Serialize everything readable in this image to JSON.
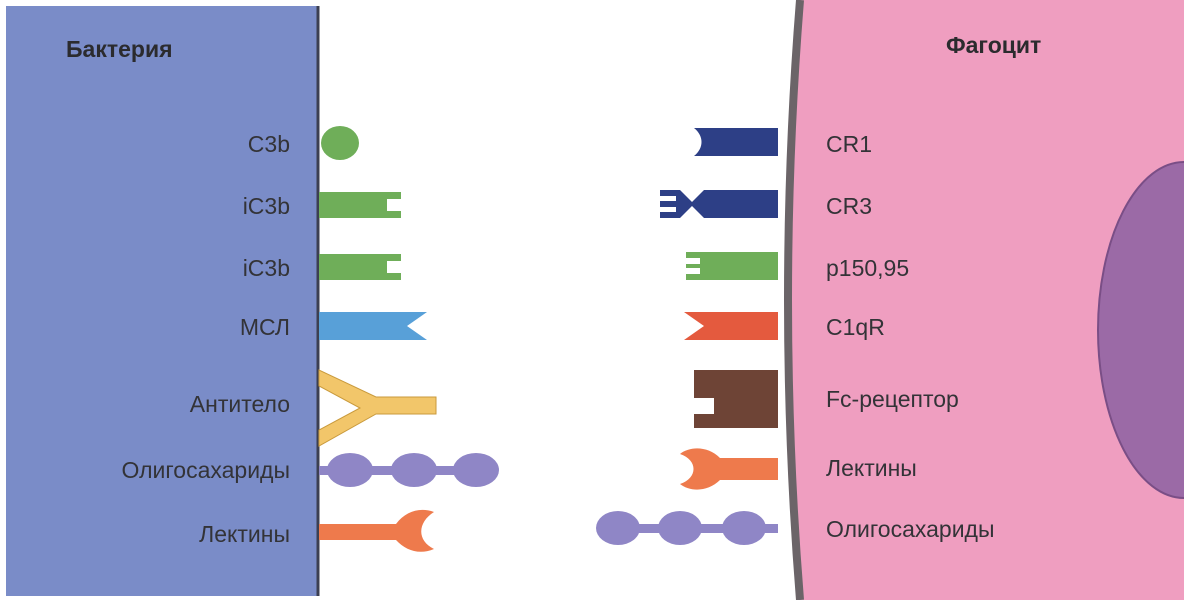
{
  "bacterium": {
    "title": "Бактерия",
    "labels": [
      "C3b",
      "iC3b",
      "iC3b",
      "МСЛ",
      "Антитело",
      "Олигосахариды",
      "Лектины"
    ]
  },
  "phagocyte": {
    "title": "Фагоцит",
    "labels": [
      "CR1",
      "CR3",
      "p150,95",
      "C1qR",
      "Fc-рецептор",
      "Лектины",
      "Олигосахариды"
    ]
  },
  "colors": {
    "bacterium_fill": "#7a8cc8",
    "phagocyte_fill": "#ef9ec0",
    "membrane": "#6b6468",
    "nucleus": "#9b6aa6",
    "c3b": "#6fae59",
    "cr_navy": "#2d3f86",
    "msl": "#58a0d8",
    "c1qr": "#e45a3e",
    "fc": "#6e4436",
    "antibody": "#f2c66a",
    "oligo": "#8f86c6",
    "lectin": "#ee7a4c"
  }
}
